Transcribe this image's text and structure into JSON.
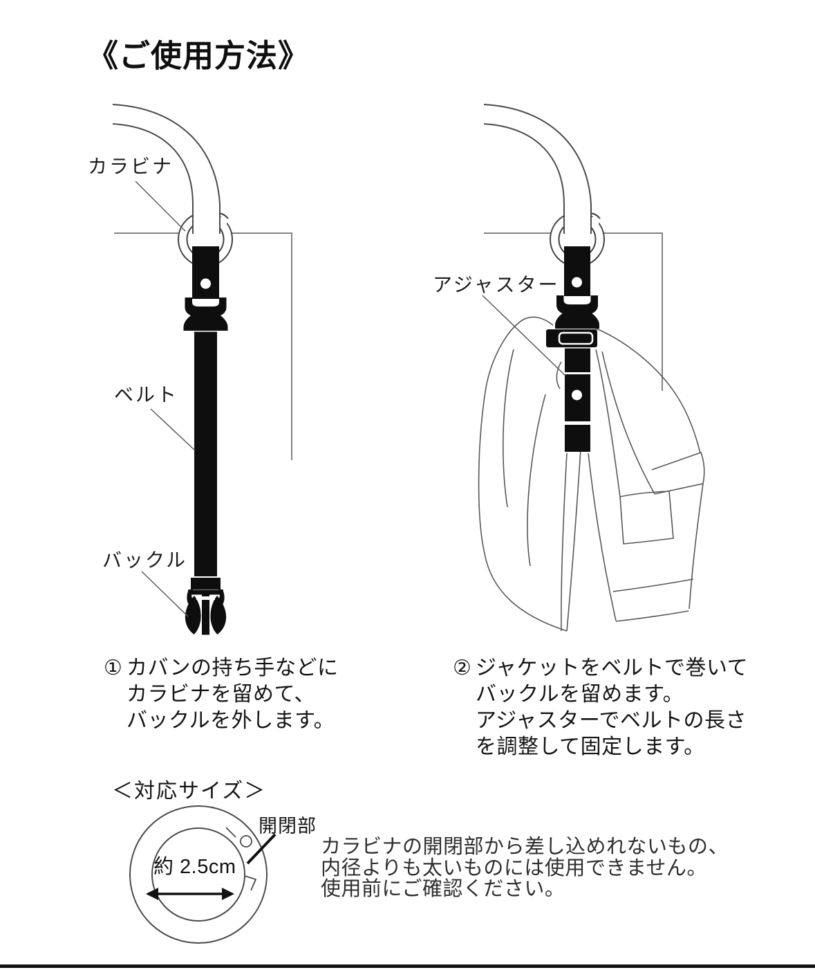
{
  "title": "《ご使用方法》",
  "left_figure": {
    "labels": {
      "carabiner": "カラビナ",
      "belt": "ベルト",
      "buckle": "バックル"
    },
    "step": {
      "number": "①",
      "lines": [
        "カバンの持ち手などに",
        "カラビナを留めて、",
        "バックルを外します。"
      ]
    }
  },
  "right_figure": {
    "labels": {
      "adjuster": "アジャスター"
    },
    "step": {
      "number": "②",
      "lines": [
        "ジャケットをベルトで巻いて",
        "バックルを留めます。",
        "アジャスターでベルトの長さ",
        "を調整して固定します。"
      ]
    }
  },
  "size_section": {
    "heading": "＜対応サイズ＞",
    "inner_diameter": "約 2.5cm",
    "opening_label": "開閉部",
    "note_lines": [
      "カラビナの開閉部から差し込めれないもの、",
      "内径よりも太いものには使用できません。",
      "使用前にご確認ください。"
    ]
  },
  "colors": {
    "ink": "#0f0f0f",
    "drawing_line": "#4a4a4a",
    "bag_line": "#828282"
  }
}
